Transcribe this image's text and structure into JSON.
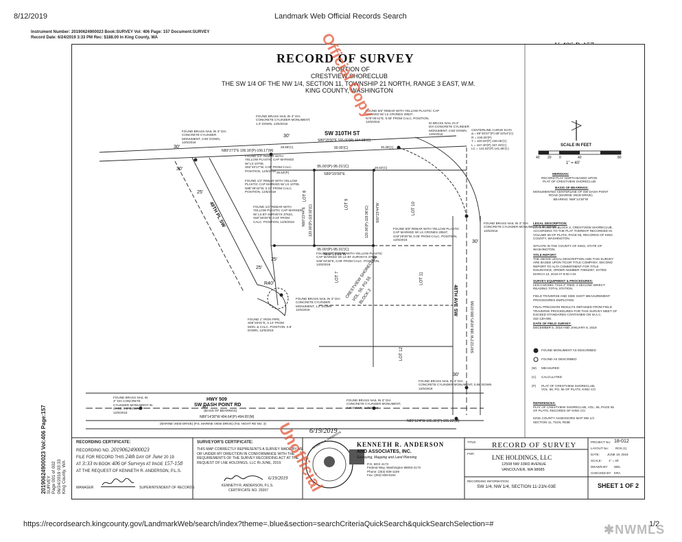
{
  "header": {
    "date": "8/12/2019",
    "site_title": "Landmark Web Official Records Search",
    "instrument_line": "Instrument Number: 20190624900023 Book:SURVEY Vol: 406 Page: 157 Document:SURVEY",
    "recorded_line": "Record Date: 6/24/2019 3:33 PM Rec: $188.00  In King County, WA"
  },
  "footer": {
    "url": "https://recordsearch.kingcounty.gov/LandmarkWeb/search/index?theme=.blue&section=searchCriteriaQuickSearch&quickSearchSelection=#",
    "page_count": "1/2",
    "logo_text": "NWMLS"
  },
  "side_stamp": {
    "line1": "20190624900023 Vol:406 Page:157",
    "line2": "SURVEY",
    "line3": "Page 001 of 002",
    "line4": "06/24/2019 03:33",
    "line5": "King County, WA"
  },
  "handwritten_top": "V. 406  P. 157",
  "title_block": {
    "title": "RECORD OF SURVEY",
    "line1": "A PORTION OF",
    "line2": "CRESTVIEW SHORECLUB",
    "line3": "THE SW 1/4 OF THE NW 1/4, SECTION 11, TOWNSHIP 21 NORTH, RANGE 3 EAST, W.M.",
    "line4": "KING COUNTY, WASHINGTON"
  },
  "scale": {
    "label": "SCALE IN FEET",
    "ticks": [
      "40",
      "20",
      "0",
      "40",
      "80"
    ],
    "ratio": "1\" = 40'"
  },
  "streets": {
    "sw_310th": "SW 310TH ST",
    "pl_49th": "49TH PL SW",
    "ave_48th": "48TH AVE SW",
    "hwy_509": "HWY 509",
    "dash_point": "SW DASH POINT RD",
    "basis_note": "(BASIS OF BEARINGS)",
    "marine_view": "(MARINE VIEW DRIVE) (P.S. MARINE VIEW DRIVE) (F.B. HIGHT RD NO. 3)",
    "crestview_label": "CRESTVIEW SHORECLUB",
    "vol_label": "VOL. 56, PG 55",
    "block_label": "BLOCK 2"
  },
  "lots": {
    "lot8": "LOT 8",
    "lot9": "LOT 9",
    "lot10": "LOT 10",
    "lot7": "LOT 7",
    "lot11": "LOT 11",
    "lot12": "LOT 12"
  },
  "dimensions": {
    "top_lot9": "95.00'(P)-95.01'(C)",
    "top_bearing": "S89°15'00\"E",
    "bottom_lot9": "95.00'(P)-95.01'(C)",
    "bottom_bearing": "N89°15'20\"W",
    "left_lot9": "120.00'(P)-119.92'(C)",
    "right_lot9": "120.00'(P)-119.96'(C)",
    "right_bearing": "S00°23'44\"W",
    "left_bearing": "N00°23'44\"E",
    "north_line": "S89°15'00\"E 165.00'(P)-164.98'(C)",
    "north_measured": "90.00'(C)",
    "dash_point_line": "N89°14'30\"W 494.64'(P)-494.65'(M)",
    "bottom_right": "N89°12'4\"W 105.36'(P)-105.32'(M)",
    "east_line": "S00°22'2\"W 388.00'(P)-388.03'(M)",
    "nw_line": "N89°27'2\"E 106.16'(P)-106.17'(M)",
    "w30_a": "30'",
    "w30_b": "30'",
    "w30_c": "30'",
    "w30_d": "30'",
    "w30_e": "30'",
    "w25_a": "25'",
    "w25_b": "25'",
    "w25_c": "25'",
    "w40": "40'",
    "r40": "R40'",
    "d2969": "29.69'(C)",
    "d3039": "30.39'(C)",
    "d2562": "25.62'(C)",
    "d2563": "25.63'(P)"
  },
  "notes": {
    "n1": "FOUND BRASS NAIL IN 3\" DIA\nCONCRETE CYLINDER MONUMENT,\n1.0' DOWN, 12/5/2018",
    "n2": "FOUND 5/8\" REBAR WITH YELLOW PLASTIC CAP\nMARKED W/ LS CRONES 29537,\nN75°06'41\"E, 0.08' FROM CALC. POSITION,\n12/5/2018",
    "n3": "ID BRASS NAIL IN 3\"\nDIA CONCRETE CYLINDER\nMONUMENT, 0.65' DOWN,\n12/5/2018",
    "n4": "FOUND BRASS NAIL IN 3\" DIA\nCONCRETE CYLINDER\nMONUMENT, 0.55' DOWN,\n12/5/2018",
    "n5": "FOUND 1/2\" REBAR WITH\nYELLOW PLASTIC CAP MARKED\nW/ LS 10708,\nS82°40'17\"W, 0.06' FROM CALC.\nPOSITION, 12/5/2018",
    "n6": "FOUND 1/2\" REBAR WITH YELLOW\nPLASTIC CAP MARKED W/ LS 10708,\nN88°36'42\"W, 0.10' FROM CALC.\nPOSITION, 12/5/2018",
    "n7": "FOUND 1/2\" REBAR WITH\nYELLOW PLASTIC CAP MARKED\nW/ LS BT SURVEYS 37534,\nS50°36'46\"E, 0.23' FROM\nCALC. POSITION, 12/5/2018",
    "n8": "FOUND 5/8\" REBAR WITH YELLOW PLASTIC\nCAP MARKED W/ LS CRONES 29537,\nS19°28'30\"W, 0.06' FROM CALC. POSITION,\n12/5/2018",
    "n9": "FOUND 1/2\" REBAR WITH YELLOW PLASTIC\nCAP MARKED W/ LS BT SURVEYS 37534,\nS39°40'36\"E, 0.09' FROM CALC. POSITION,\n12/6/2018",
    "n10": "FOUND BRASS NAIL IN 3\" DIA\nCONCRETE CYLINDER\nMONUMENT, 1.0' DOWN\n12/5/2018",
    "n11": "FOUND 1\" IRON PIPE,\nS59°26'01\"E, 0.14' FROM\nMON. & CALC. POSITION, 0.8'\nDOWN, 12/5/2018",
    "n12": "FOUND BRASS NAIL IN 3\" DIA\nCONCRETE CYLINDER MONUMENT, 0.65' DOWN\n12/5/2018",
    "n13": "FOUND BRASS NAIL IN\n3\" DIA CONCRETE\nCYLINDER MONUMENT IN\nCASE, 0.8' DOWN,\n12/5/2018",
    "n14": "FOUND BRASS NAIL IN 3\" DIA\nCONCRETE CYLINDER MONUMENT,\n0.8' DOWN, 12/5/2018",
    "n15": "FOUND BRASS NAIL IN 3\" DIA\nCONCRETE CYLINDER MONUMENT, 0.65' DOWN,\n12/5/2018",
    "n16": "CENTERLINE CURVE DATA\nΔ = 89°40'07\"(P) 89°42'54\"(C)\nR = 100.00'(P)\nT = 100.00'(P) 100.05'(C)\nL = 157.40'(P) 157.46'(C)\nLC = 141.82'(P) 141.86'(C)"
  },
  "right_panel": {
    "meridian_h": "MERIDIAN:",
    "meridian": "RECORD PLAT NORTH BASED UPON\nPLAT OF CRESTVIEW SHORECLUB",
    "basis_h": "BASIS OF BEARINGS:",
    "basis": "MONUMENTED CENTERLINE OF SW DASH POINT\nROAD (MARINE VIEW DRIVE)\nBEARING: N89°14'30\"W",
    "legal_h": "LEGAL DESCRIPTION:",
    "legal": "LOTS 9 AND 10, BLOCK 2, CRESTVIEW SHORECLUB,\nACCORDING TO THE PLAT THEREOF RECORDED IN\nVOLUME 56 OF PLATS, PAGE 55, RECORDS OF KING\nCOUNTY, WASHINGTON.\n\nSITUATE IN THE COUNTY OF KING, STATE OF\nWASHINGTON.",
    "title_h": "TITLE REPORT:",
    "title_r": "THE ABOVE LEGAL DESCRIPTION AND THIS SURVEY\nARE BASED UPON TICOR TITLE COMPANY, SECOND\nREPORT TO ALTA COMMITMENT FOR TITLE\nINSURANCE, ORDER NUMBER 70081057, DATED\nMARCH 13, 2019 AT 8:00 A.M.",
    "equip_h": "SURVEY EQUIPMENT & PROCEDURES:",
    "equip": "LEICA MODEL TS16 3\" R500, 3 SECOND DIRECT\nREADING TOTAL STATION.\n\nFIELD TRAVERSE AND SIDE SHOT MEASUREMENT\nPROCEDURES EMPLOYED.\n\nFINAL PRECISION RESULTS OBTAINED FROM FIELD\nTRAVERSE PROCEDURES FOR THIS SURVEY MEET OF\nEXCEED STANDARDS CONTAINED ON W.A.C.\n332-130-090.",
    "date_h": "DATE OF FIELD SURVEY:",
    "date": "DECEMBER 5, 2018 AND JANUARY 8, 2019",
    "legend1": "FOUND MONUMENT AS DESCRIBED",
    "legend2": "FOUND AS DESCRIBED",
    "legend3_k": "(M)",
    "legend3": "MEASURED",
    "legend4_k": "(C)",
    "legend4": "CALCULATED",
    "legend5_k": "(P)",
    "legend5": "PLAT OF CRESTVIEW SHORECLUB,\nVOL. 56, PG. 55 OF PLATS, KING CO.",
    "refs_h": "REFERENCES:",
    "refs": "PLAT OF CRESTVIEW SHORECLUB, VOL. 56, PAGE 55\nOF PLATS, RECORDS OF KING CO.\n\nKING COUNTY ASSESSORS MAP NW 1/4\nSECTION 11, T21N, R03E"
  },
  "recording": {
    "heading": "RECORDING CERTIFICATE:",
    "line1a": "RECORDING NO.",
    "line1b": "20190624900023",
    "line2a": "FILE FOR RECORD THIS",
    "line2b": "24th",
    "line2c": "DAY OF",
    "line2d": "June",
    "line2e": "20 19",
    "line3a": "AT",
    "line3b": "3:33",
    "line3c": "IN BOOK",
    "line3d": "406",
    "line3e": "OF",
    "line3f": "Surveys",
    "line3g": "AT PAGE",
    "line3h": "157-158",
    "line4": "AT THE REQUEST OF KENNETH R. ANDERSON, P.L.S.",
    "manager": "MANAGER",
    "superintendent": "SUPERINTENDENT OF RECORDS"
  },
  "surveyor": {
    "heading": "SURVEYOR'S CERTIFICATE:",
    "body": "THIS MAP CORRECTLY REPRESENTS A SURVEY MADE BY ME\nOR UNDER MY DIRECTION IN CONFORMANCE WITH THE\nREQUIREMENTS OF THE SURVEY RECORDING ACT AT THE\nREQUEST OF LNE HOLDINGS, LLC IN JUNE, 2019.",
    "sig_date": "6/19/2019",
    "name": "KENNETH R. ANDERSON, P.L.S.",
    "cert": "CERTIFICATE NO. 29267"
  },
  "firm": {
    "name": "KENNETH R. ANDERSON",
    "sub": "AND ASSOCIATES, INC.",
    "tag": "Surveying, Mapping and Land Planning",
    "addr": "P.O. BOX 4173\nFederal Way, Washington 98063-4173\nPhone: (253) 838-1109\nFax: (253) 838-8164",
    "seal_text": "KENNETH R. ANDERSON"
  },
  "title_right": {
    "title_label": "TITLE:",
    "title": "RECORD OF SURVEY",
    "for_label": "FOR:",
    "client": "LNE HOLDINGS, LLC",
    "addr1": "12508 NW 33RD AVENUE",
    "addr2": "VANCOUVER, WA  98685",
    "rec_info": "RECORDING INFORMATION:",
    "location": "SW 1/4, NW 1/4, SECTION 11-21N-03E",
    "project_label": "PROJECT No:",
    "project": "18-012",
    "layout_label": "LAYOUT No:",
    "layout": "ROS (1)",
    "date_label": "DATE:",
    "date": "JUNE 19, 2019",
    "scale_label": "SCALE:",
    "scale": "1\" = 40'",
    "drawn_label": "DRAWN BY:",
    "drawn": "WEL",
    "checked_label": "CHECKED BY:",
    "checked": "KRA",
    "sheet": "SHEET 1 OF 2"
  },
  "handwritten_date": "6/19/2019",
  "watermark": {
    "top": "Official Copy",
    "bottom": "Unofficial"
  },
  "colors": {
    "stamp": "#e25a3c",
    "ink": "#222222"
  }
}
